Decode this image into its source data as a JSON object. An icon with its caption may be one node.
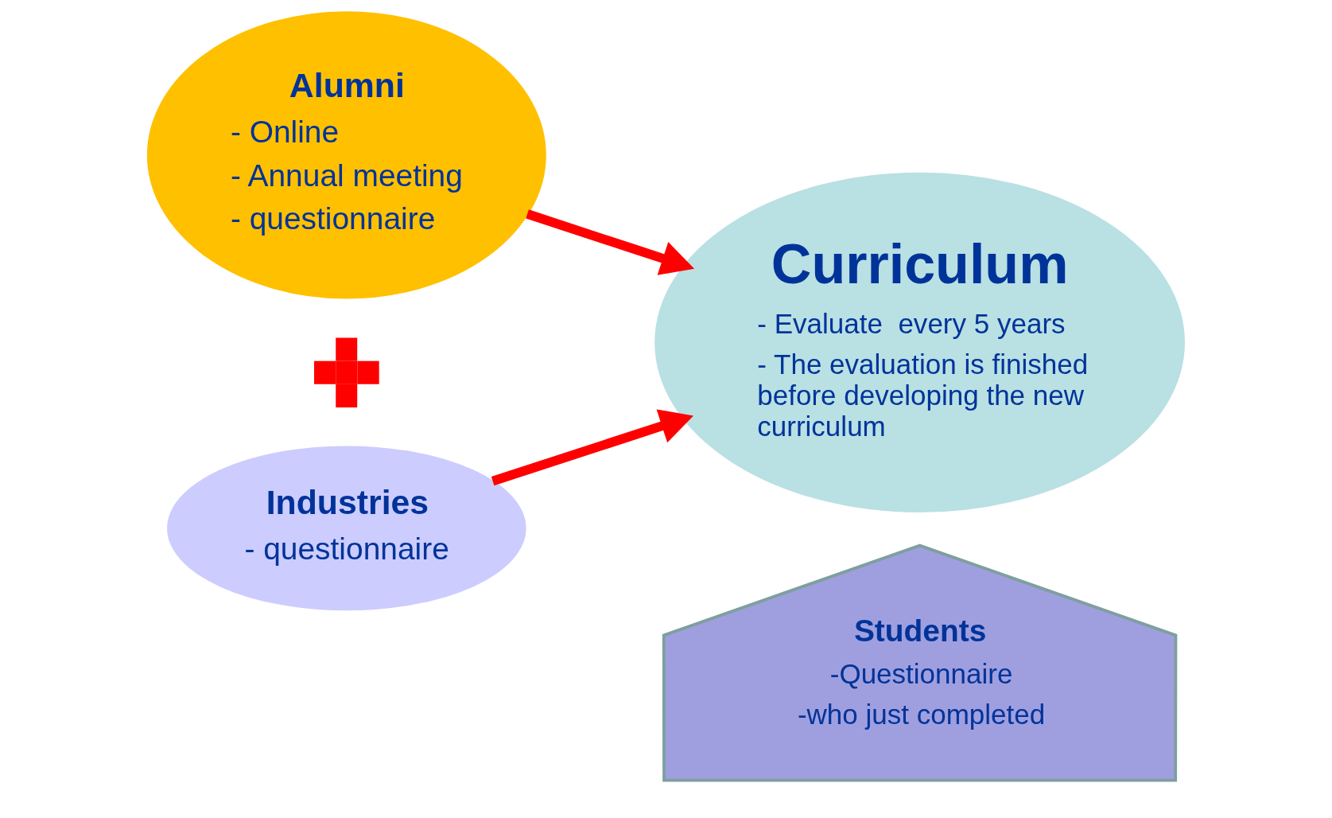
{
  "diagram": {
    "nodes": [
      {
        "text": [
          "Alumni",
          "- Online",
          "- Annual meeting",
          "- questionnaire"
        ]
      },
      {
        "text": [],
        "shape": "cross"
      },
      {
        "text": [
          "Industries",
          "- questionnaire"
        ]
      },
      {
        "text": [
          "Curriculum",
          "- Evaluate  every 5 years",
          "- The evaluation is finished before developing the new curriculum"
        ]
      },
      {
        "text": [
          "Students",
          "-Questionnaire",
          "-who just completed"
        ]
      }
    ],
    "edges": [
      {
        "from": 0,
        "to": 3,
        "arrow": "to",
        "color": "#ff0000"
      },
      {
        "from": 2,
        "to": 3,
        "arrow": "to",
        "color": "#ff0000"
      }
    ]
  }
}
